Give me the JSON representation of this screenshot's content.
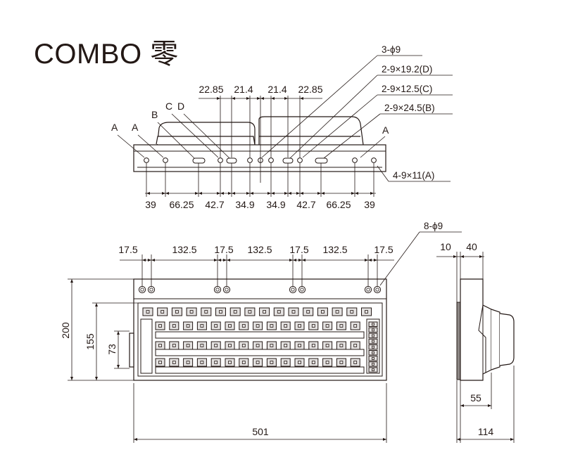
{
  "title": "COMBO 零",
  "top_view": {
    "spacing_top": [
      "22.85",
      "21.4",
      "21.4",
      "22.85"
    ],
    "spacing_bottom": [
      "39",
      "66.25",
      "42.7",
      "34.9",
      "34.9",
      "42.7",
      "66.25",
      "39"
    ],
    "letters": [
      "A",
      "A",
      "B",
      "C",
      "D",
      "A"
    ],
    "callouts": [
      "3-ϕ9",
      "2-9×19.2(D)",
      "2-9×12.5(C)",
      "2-9×24.5(B)",
      "4-9×11(A)"
    ]
  },
  "front_view": {
    "hole_label": "8-ϕ9",
    "spacing_top": [
      "17.5",
      "132.5",
      "17.5",
      "132.5",
      "17.5",
      "132.5",
      "17.5"
    ],
    "heights": [
      "200",
      "155",
      "73"
    ],
    "width": "501"
  },
  "side_view": {
    "top_dims": [
      "10",
      "40"
    ],
    "bottom_dims": [
      "55",
      "114"
    ]
  }
}
